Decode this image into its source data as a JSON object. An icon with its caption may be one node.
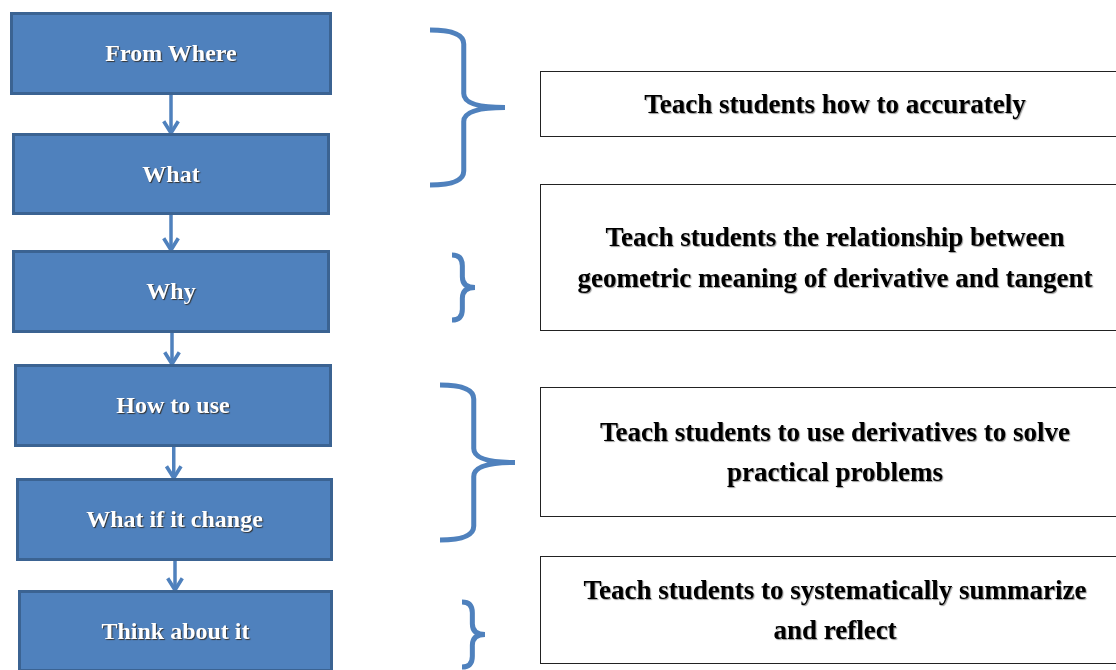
{
  "diagram": {
    "nodes": [
      {
        "text": [
          "From Where"
        ]
      },
      {
        "text": [
          "What"
        ]
      },
      {
        "text": [
          "Why"
        ]
      },
      {
        "text": [
          "How to use"
        ]
      },
      {
        "text": [
          "What if it change"
        ]
      },
      {
        "text": [
          "Think about it"
        ]
      },
      {
        "text": [
          "Teach students how to accurately"
        ]
      },
      {
        "text": [
          "Teach students the relationship between geometric meaning of derivative and tangent"
        ]
      },
      {
        "text": [
          "Teach students to use derivatives to solve practical problems"
        ]
      },
      {
        "text": [
          "Teach students to systematically summarize and reflect"
        ]
      }
    ],
    "edges": [
      {
        "from": 0,
        "to": 1,
        "arrow": "to"
      },
      {
        "from": 1,
        "to": 2,
        "arrow": "to"
      },
      {
        "from": 2,
        "to": 3,
        "arrow": "to"
      },
      {
        "from": 3,
        "to": 4,
        "arrow": "to"
      },
      {
        "from": 4,
        "to": 5,
        "arrow": "to"
      }
    ]
  }
}
